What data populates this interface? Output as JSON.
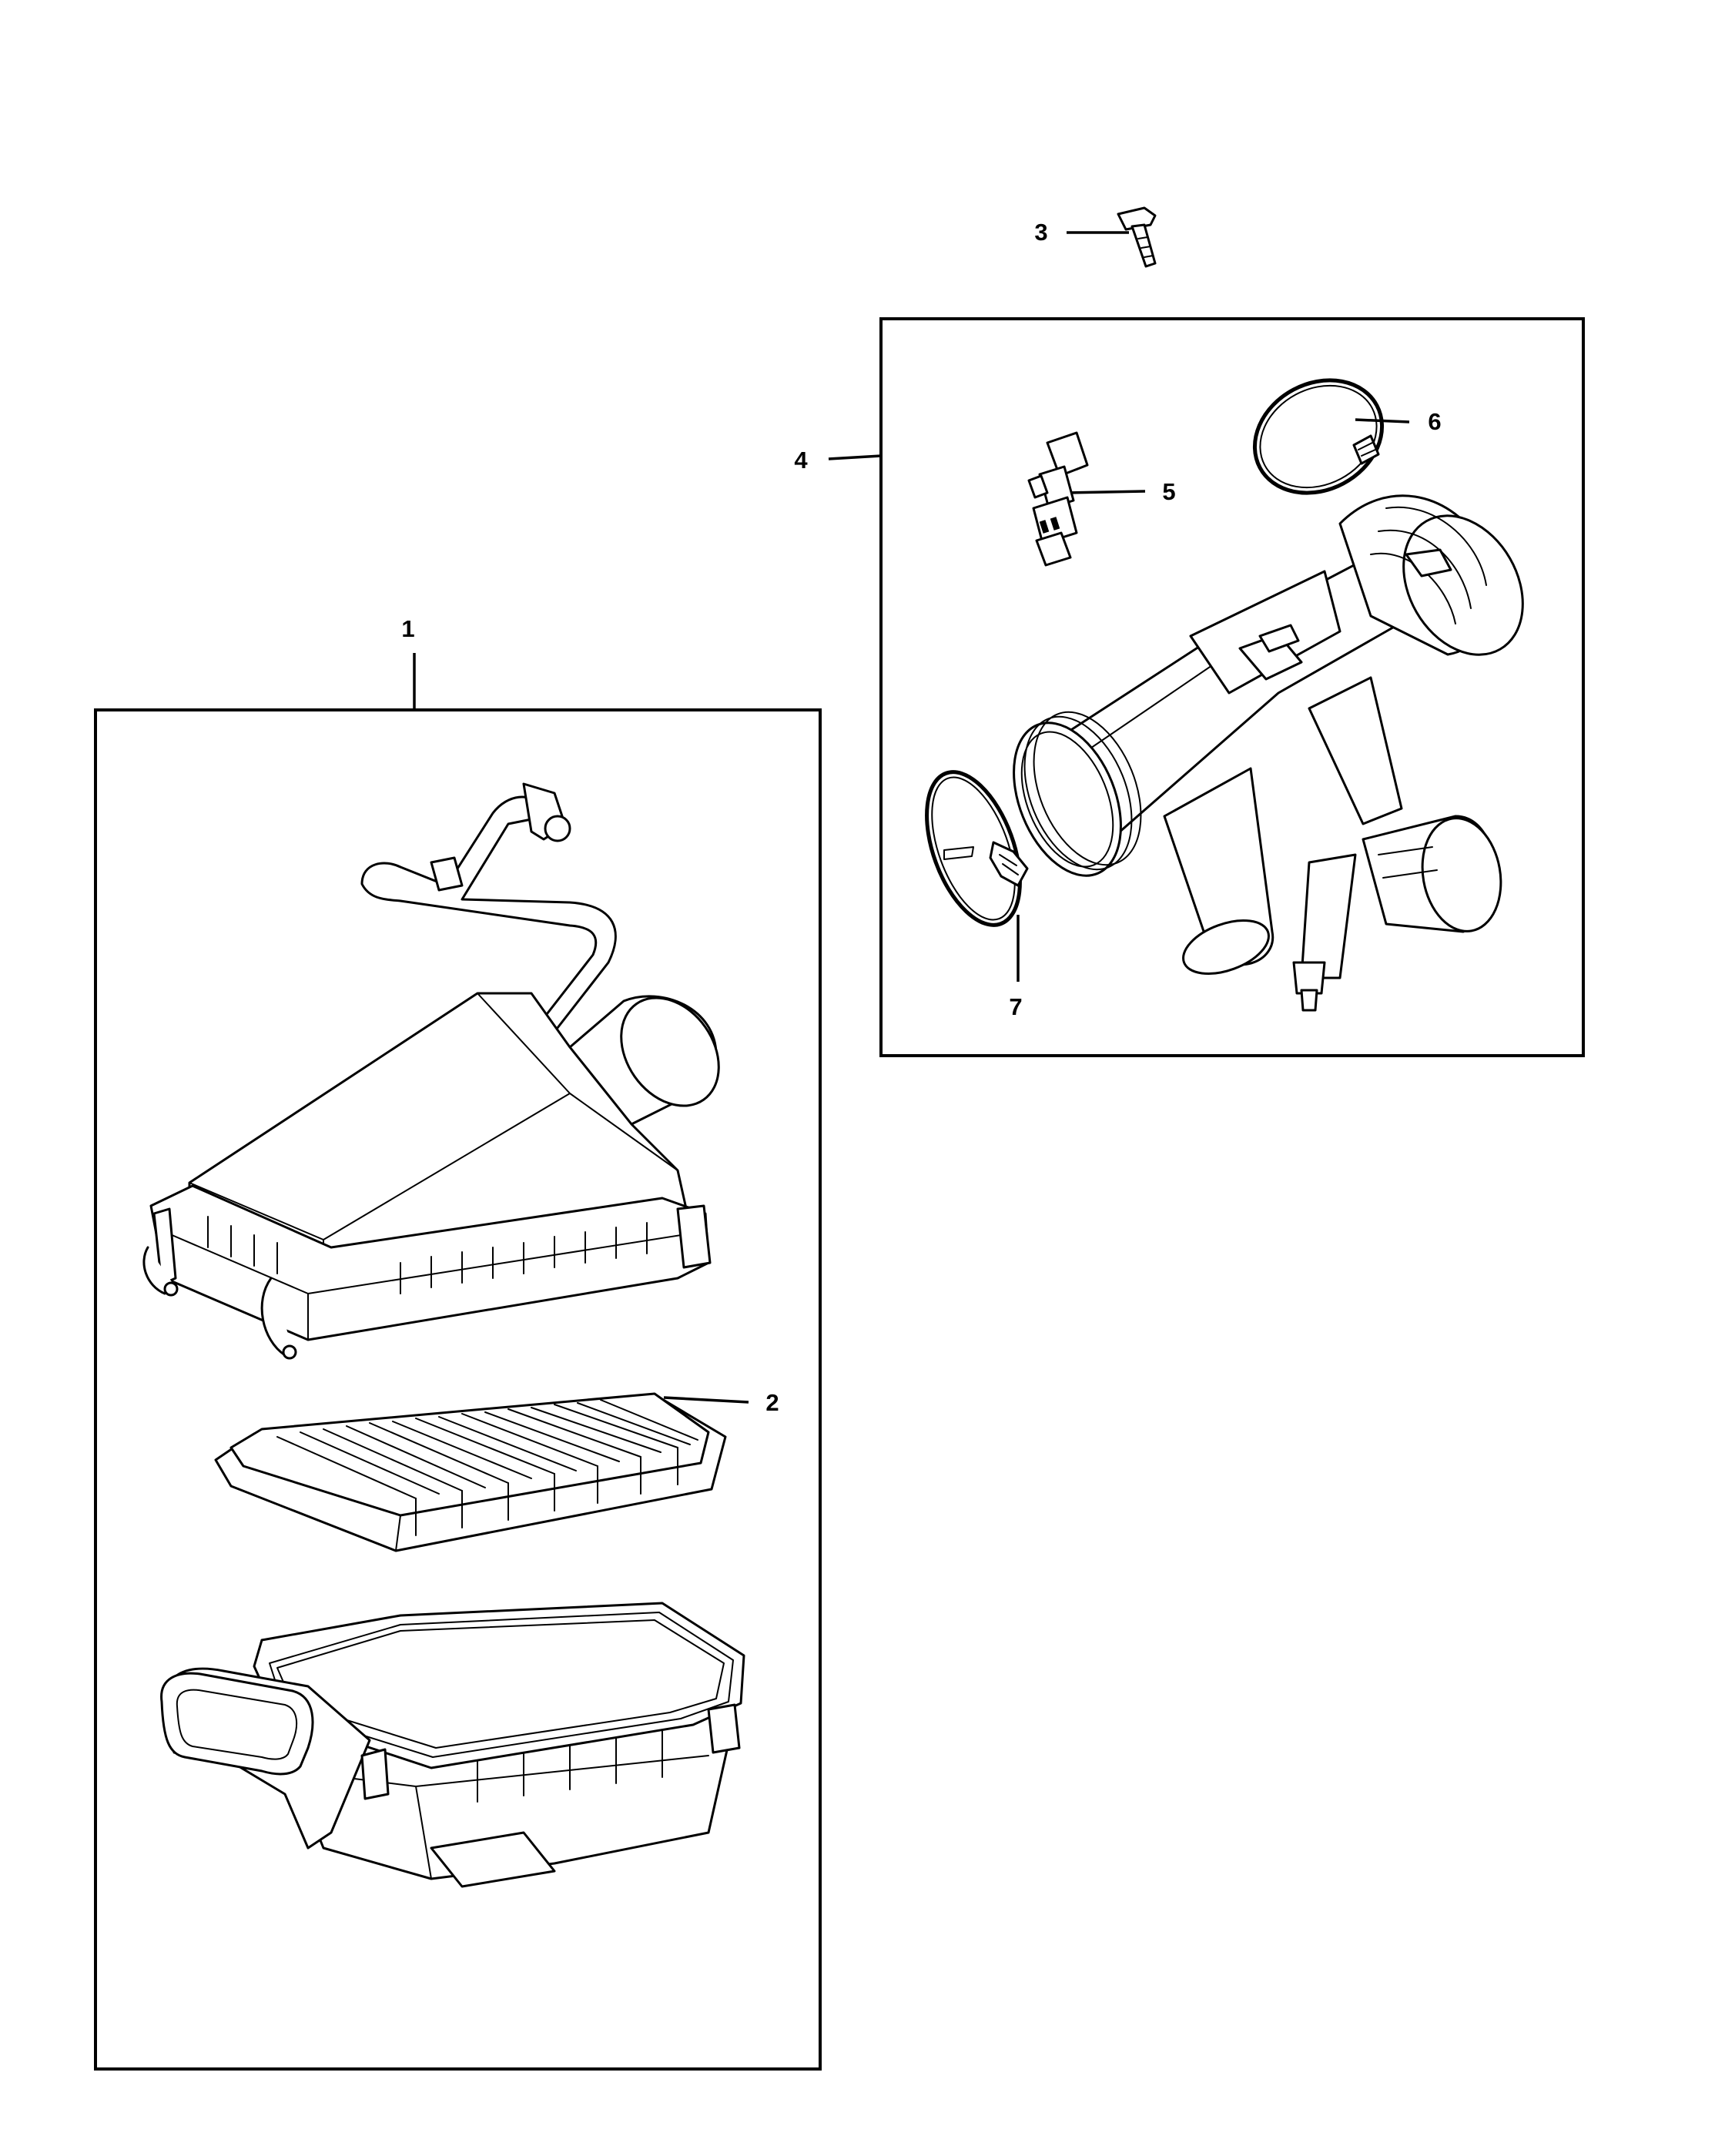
{
  "callouts": {
    "c1": "1",
    "c2": "2",
    "c3": "3",
    "c4": "4",
    "c5": "5",
    "c6": "6",
    "c7": "7"
  },
  "colors": {
    "line": "#000000",
    "background": "#ffffff"
  }
}
